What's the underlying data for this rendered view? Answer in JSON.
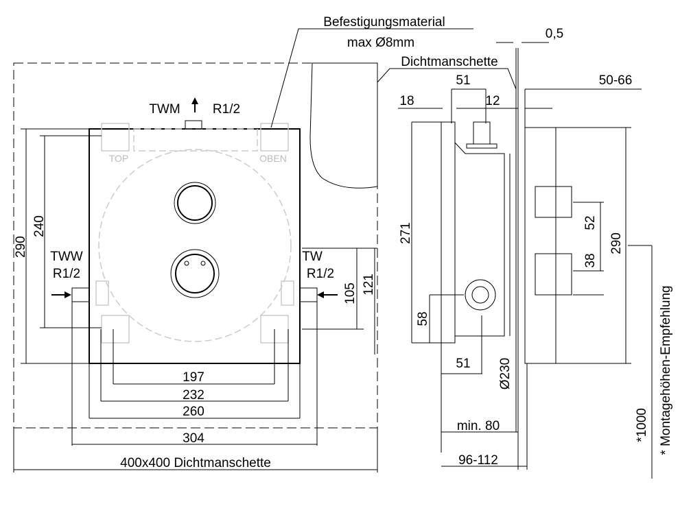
{
  "labels": {
    "fixing_material": "Befestigungsmaterial",
    "fixing_max": "max Ø8mm",
    "seal_top": "Dichtmanschette",
    "dim_0_5": "0,5",
    "dim_51_top": "51",
    "dim_50_66": "50-66",
    "dim_18": "18",
    "dim_12": "12",
    "twm": "TWM",
    "twm_thread": "R1/2",
    "top": "TOP",
    "oben": "OBEN",
    "dim_290_left": "290",
    "dim_240": "240",
    "tww": "TWW",
    "tww_thread": "R1/2",
    "tw": "TW",
    "tw_thread": "R1/2",
    "dim_105": "105",
    "dim_121": "121",
    "dim_271": "271",
    "dim_52": "52",
    "dim_38": "38",
    "dim_290_right": "290",
    "dim_58": "58",
    "dim_51_bottom": "51",
    "dim_230": "Ø230",
    "dim_197": "197",
    "dim_232": "232",
    "dim_260": "260",
    "dim_304": "304",
    "min_80": "min. 80",
    "dim_96_112": "96-112",
    "seal_size": "400x400  Dichtmanschette",
    "height_1000": "*1000",
    "height_note": "*  Montagehöhen-Empfehlung"
  }
}
